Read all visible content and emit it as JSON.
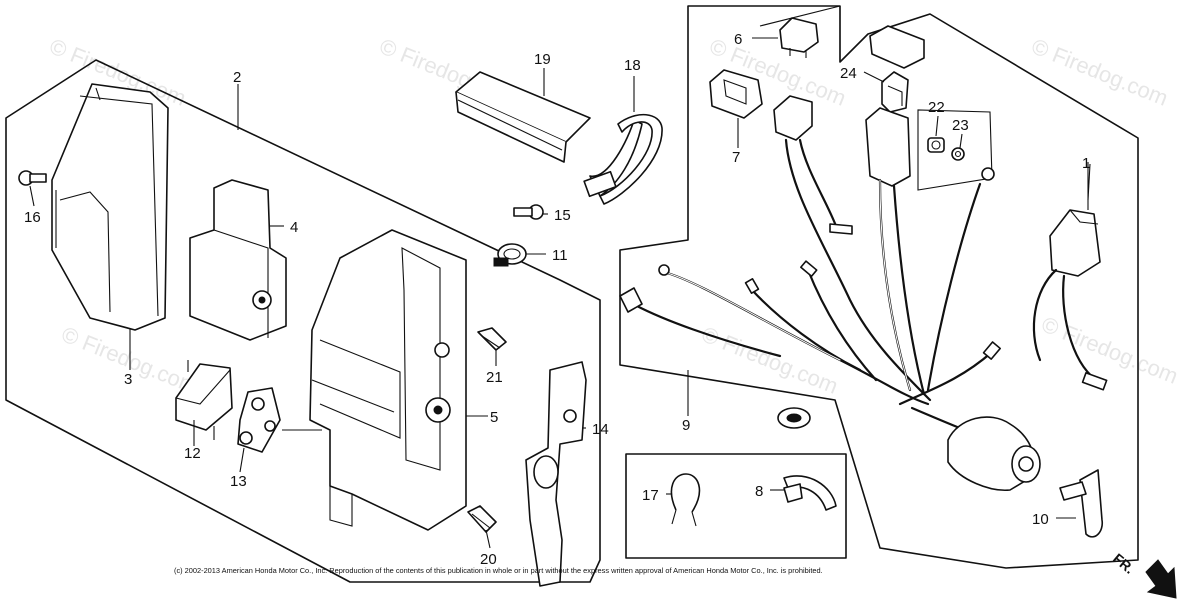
{
  "watermark": {
    "text": "© Firedog.com",
    "center_text": "© Firedog.com"
  },
  "callouts": {
    "c1": "1",
    "c2": "2",
    "c3": "3",
    "c4": "4",
    "c5": "5",
    "c6": "6",
    "c7": "7",
    "c8": "8",
    "c9": "9",
    "c10": "10",
    "c11": "11",
    "c12": "12",
    "c13": "13",
    "c14": "14",
    "c15": "15",
    "c16": "16",
    "c17": "17",
    "c18": "18",
    "c19": "19",
    "c20": "20",
    "c21": "21",
    "c22": "22",
    "c23": "23",
    "c24": "24"
  },
  "direction_label": "FR.",
  "copyright": "(c) 2002-2013 American Honda Motor Co., Inc. Reproduction of the contents of this publication in whole or in part without the express written approval of American Honda Motor Co., Inc. is prohibited.",
  "colors": {
    "ink": "#111111",
    "watermark": "#e6e6e6",
    "background": "#ffffff"
  }
}
